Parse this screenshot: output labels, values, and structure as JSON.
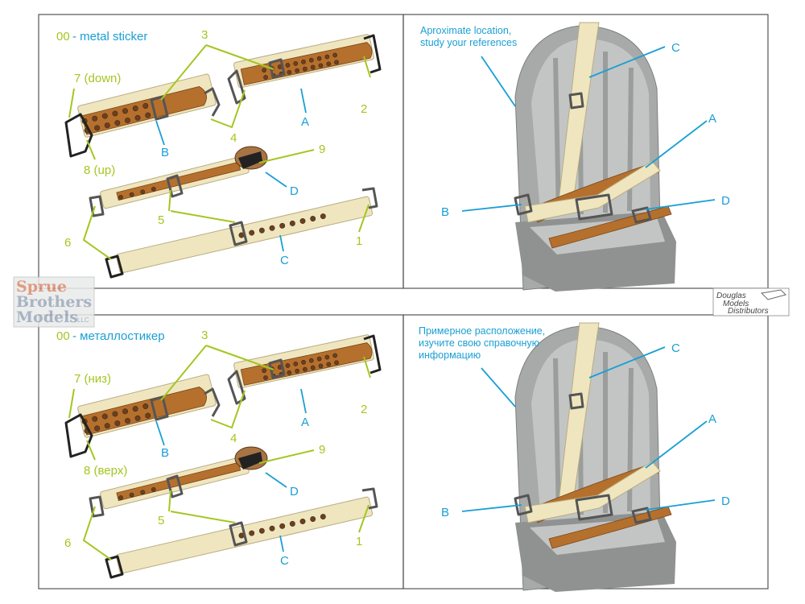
{
  "panels": [
    {
      "id": "top",
      "sticker_code": "00",
      "sticker_text": "- metal sticker",
      "note_lines": [
        "Aproximate location,",
        "study your references"
      ],
      "labels": {
        "n1": "1",
        "n2": "2",
        "n3": "3",
        "n4": "4",
        "n5": "5",
        "n6": "6",
        "n7": "7 (down)",
        "n8": "8 (up)",
        "n9": "9",
        "A": "A",
        "B": "B",
        "C": "C",
        "D": "D"
      },
      "seat_labels": {
        "A": "A",
        "B": "B",
        "C": "C",
        "D": "D"
      }
    },
    {
      "id": "bottom",
      "sticker_code": "00",
      "sticker_text": "- металлостикер",
      "note_lines": [
        "Примерное расположение,",
        "изучите свою справочную",
        "информацию"
      ],
      "labels": {
        "n1": "1",
        "n2": "2",
        "n3": "3",
        "n4": "4",
        "n5": "5",
        "n6": "6",
        "n7": "7 (низ)",
        "n8": "8 (верх)",
        "n9": "9",
        "A": "A",
        "B": "B",
        "C": "C",
        "D": "D"
      },
      "seat_labels": {
        "A": "A",
        "B": "B",
        "C": "C",
        "D": "D"
      }
    }
  ],
  "watermarks": {
    "left": [
      "Sprue",
      "Brothers",
      "Models",
      "LLC"
    ],
    "right": [
      "Douglas",
      "Models",
      "Distributors"
    ]
  },
  "colors": {
    "part_label": "#a4c621",
    "letter_label": "#1a9fd4",
    "strap": "#efe6bf",
    "leather": "#b5702e",
    "seat": "#a7aaa9"
  }
}
